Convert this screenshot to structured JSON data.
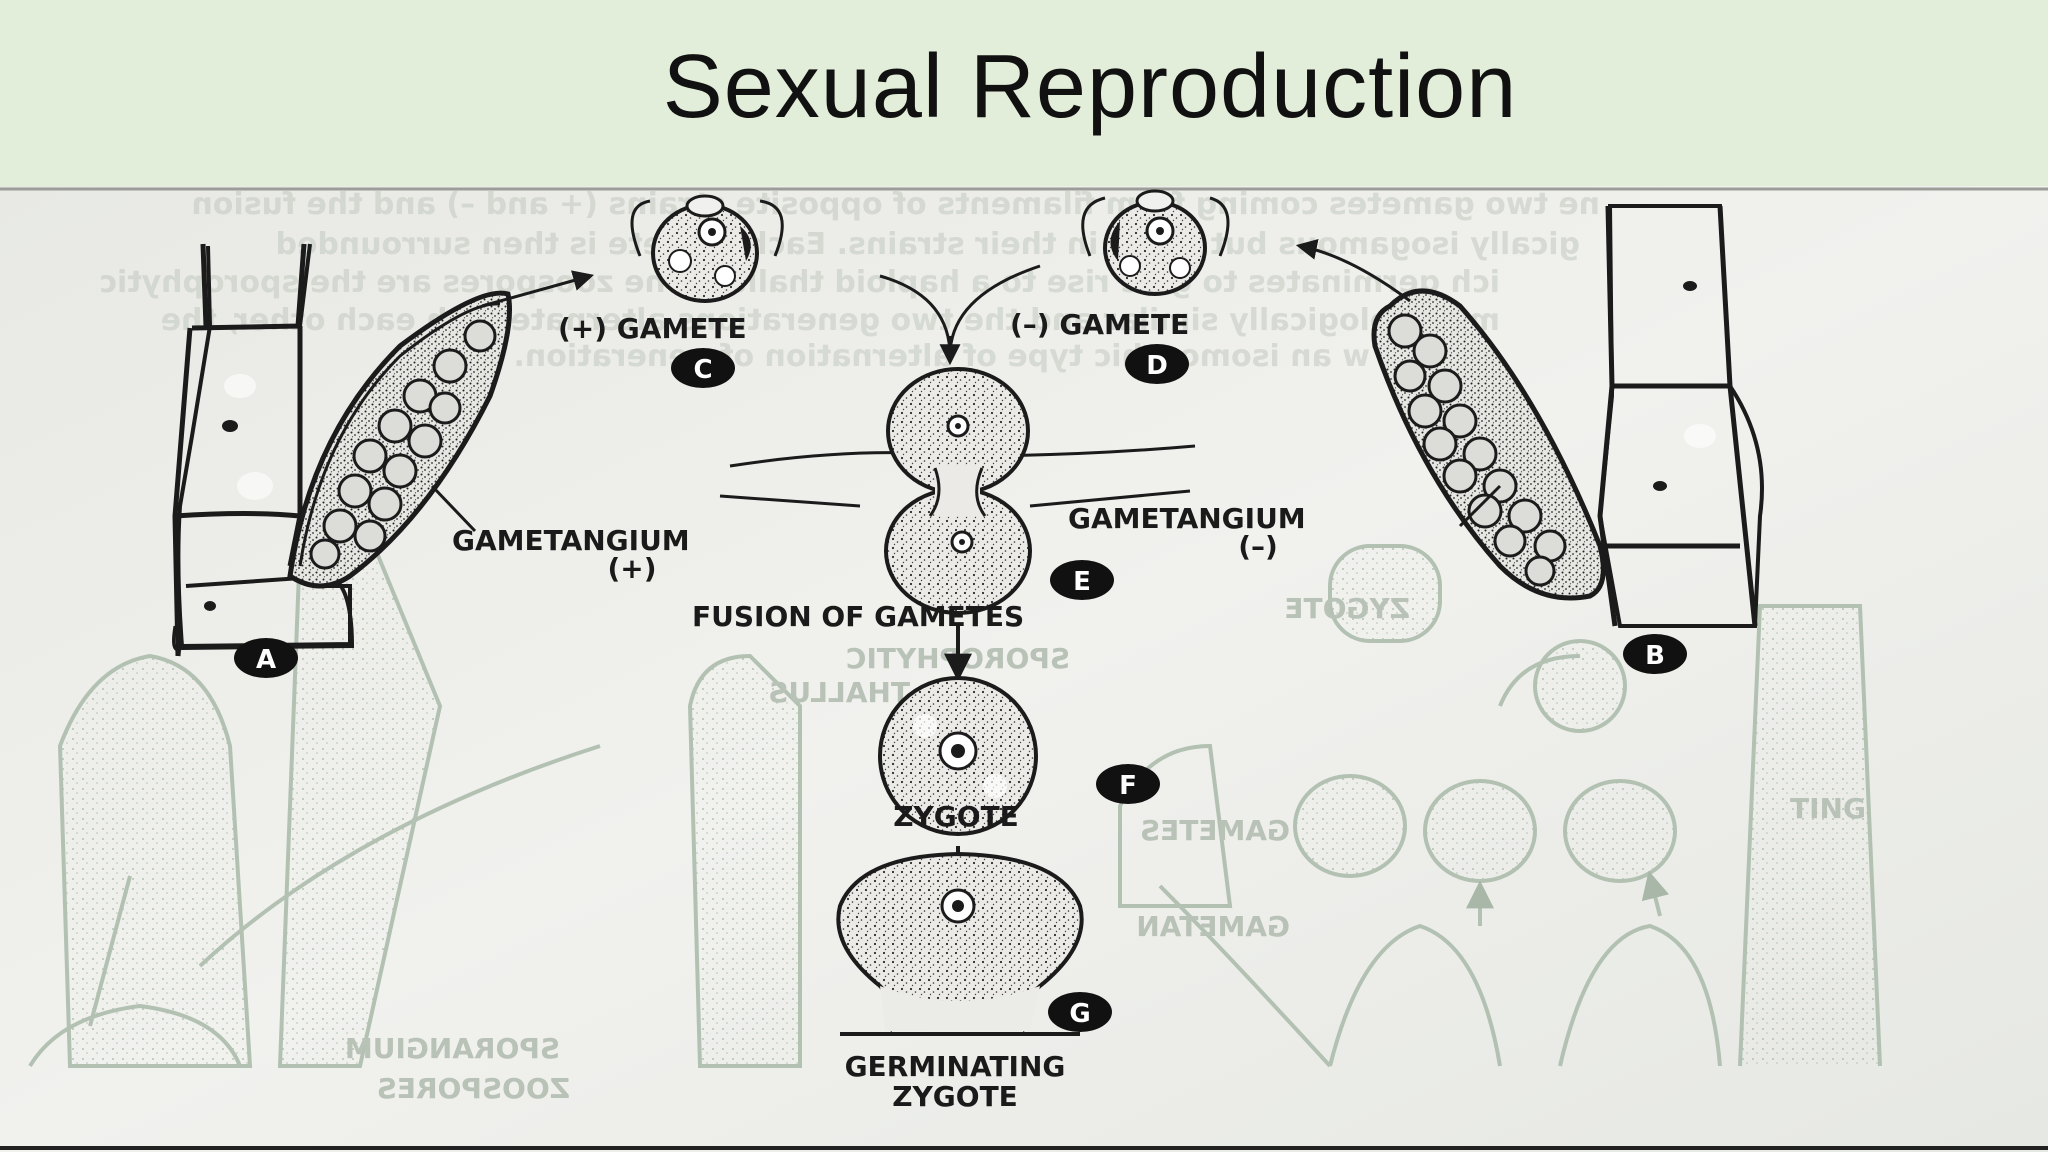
{
  "slide": {
    "title": "Sexual Reproduction"
  },
  "diagram": {
    "labels": {
      "plus_gamete": "(+) GAMETE",
      "minus_gamete": "(–) GAMETE",
      "gametangium_plus_line1": "GAMETANGIUM",
      "gametangium_plus_line2": "(+)",
      "gametangium_minus_line1": "GAMETANGIUM",
      "gametangium_minus_line2": "(–)",
      "fusion": "FUSION OF GAMETES",
      "zygote": "ZYGOTE",
      "germinating_line1": "GERMINATING",
      "germinating_line2": "ZYGOTE"
    },
    "badges": {
      "a": "A",
      "b": "B",
      "c": "C",
      "d": "D",
      "e": "E",
      "f": "F",
      "g": "G"
    },
    "background_text": {
      "gametes_mirrored": "GAMETES",
      "gametan_mirrored": "GAMETAN",
      "sporangium_mirrored": "SPORANGIUM",
      "zoospores_mirrored": "ZOOSPORES",
      "sporophytic_mirrored": "SPOROPHYTIC",
      "thallus_mirrored": "THALLUS",
      "zygote_mirrored": "ZYGOTE",
      "tinting": "TING",
      "bleed_line1": "ne two gametes coming from filaments of opposite strains (+ and –) and the fusion",
      "bleed_line2": "gically isogamous but differ in their strains. Each gamete is then surrounded",
      "bleed_line3": "ich germinates to give rise to a haploid thallus. The zoospores are the sporophytic",
      "bleed_line4": "morphologically similar and the two generations alternate with each other, the",
      "bleed_line5": "w an isomorphic type of alternation of generation."
    }
  }
}
